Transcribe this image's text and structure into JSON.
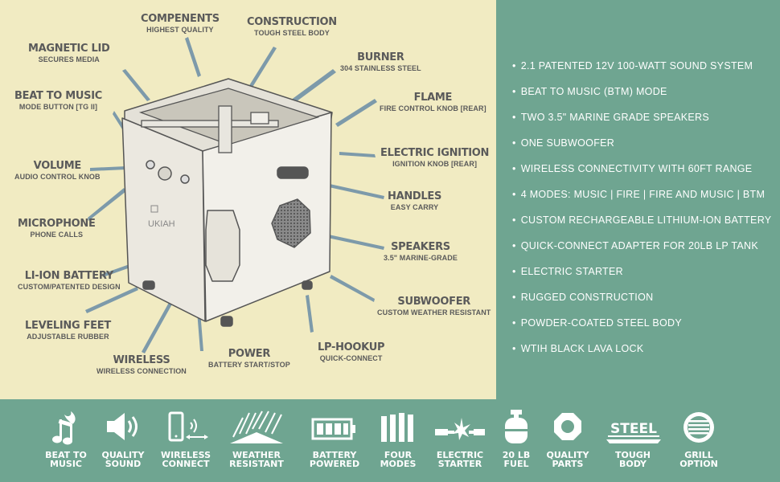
{
  "brand": "UKIAH",
  "callouts": {
    "compenents": {
      "title": "COMPENENTS",
      "sub": "HIGHEST QUALITY"
    },
    "construction": {
      "title": "CONSTRUCTION",
      "sub": "TOUGH STEEL BODY"
    },
    "magnetic_lid": {
      "title": "MAGNETIC LID",
      "sub": "SECURES MEDIA"
    },
    "burner": {
      "title": "BURNER",
      "sub": "304 STAINLESS STEEL"
    },
    "beat_to_music": {
      "title": "BEAT TO MUSIC",
      "sub": "MODE BUTTON [TG II]"
    },
    "flame": {
      "title": "FLAME",
      "sub": "FIRE CONTROL KNOB [REAR]"
    },
    "electric_ignition": {
      "title": "ELECTRIC IGNITION",
      "sub": "IGNITION KNOB [REAR]"
    },
    "volume": {
      "title": "VOLUME",
      "sub": "AUDIO CONTROL KNOB"
    },
    "handles": {
      "title": "HANDLES",
      "sub": "EASY CARRY"
    },
    "microphone": {
      "title": "MICROPHONE",
      "sub": "PHONE CALLS"
    },
    "speakers": {
      "title": "SPEAKERS",
      "sub": "3.5\" MARINE-GRADE"
    },
    "li_ion_battery": {
      "title": "LI-ION BATTERY",
      "sub": "CUSTOM/PATENTED DESIGN"
    },
    "subwoofer": {
      "title": "SUBWOOFER",
      "sub": "CUSTOM WEATHER RESISTANT"
    },
    "leveling_feet": {
      "title": "LEVELING FEET",
      "sub": "ADJUSTABLE RUBBER"
    },
    "lp_hookup": {
      "title": "LP-HOOKUP",
      "sub": "QUICK-CONNECT"
    },
    "wireless": {
      "title": "WIRELESS",
      "sub": "WIRELESS CONNECTION"
    },
    "power": {
      "title": "POWER",
      "sub": "BATTERY START/STOP"
    }
  },
  "features": [
    "2.1 PATENTED 12V 100-WATT SOUND SYSTEM",
    "BEAT TO MUSIC (BTM) MODE",
    "TWO 3.5\" MARINE GRADE SPEAKERS",
    "ONE SUBWOOFER",
    "WIRELESS CONNECTIVITY WITH 60FT RANGE",
    "4 MODES: MUSIC | FIRE | FIRE AND MUSIC | BTM",
    "CUSTOM RECHARGEABLE LITHIUM-ION BATTERY",
    "QUICK-CONNECT ADAPTER FOR 20LB LP TANK",
    "ELECTRIC STARTER",
    "RUGGED CONSTRUCTION",
    "POWDER-COATED STEEL BODY",
    "WTIH BLACK LAVA LOCK"
  ],
  "icons": [
    {
      "name": "beat-to-music-icon",
      "l1": "BEAT TO",
      "l2": "MUSIC"
    },
    {
      "name": "speaker-icon",
      "l1": "QUALITY",
      "l2": "SOUND"
    },
    {
      "name": "phone-wireless-icon",
      "l1": "WIRELESS",
      "l2": "CONNECT"
    },
    {
      "name": "weather-icon",
      "l1": "WEATHER",
      "l2": "RESISTANT"
    },
    {
      "name": "battery-icon",
      "l1": "BATTERY",
      "l2": "POWERED"
    },
    {
      "name": "four-modes-icon",
      "l1": "FOUR",
      "l2": "MODES"
    },
    {
      "name": "spark-icon",
      "l1": "ELECTRIC",
      "l2": "STARTER"
    },
    {
      "name": "propane-tank-icon",
      "l1": "20 LB",
      "l2": "FUEL"
    },
    {
      "name": "octagon-nut-icon",
      "l1": "QUALITY",
      "l2": "PARTS"
    },
    {
      "name": "steel-icon",
      "l1": "TOUGH",
      "l2": "BODY",
      "badge": "STEEL"
    },
    {
      "name": "grill-icon",
      "l1": "GRILL",
      "l2": "OPTION"
    }
  ],
  "colors": {
    "cream": "#f1ebc2",
    "green": "#6fa591",
    "text": "#5a5a5a",
    "pointer": "#6d8fa3"
  }
}
